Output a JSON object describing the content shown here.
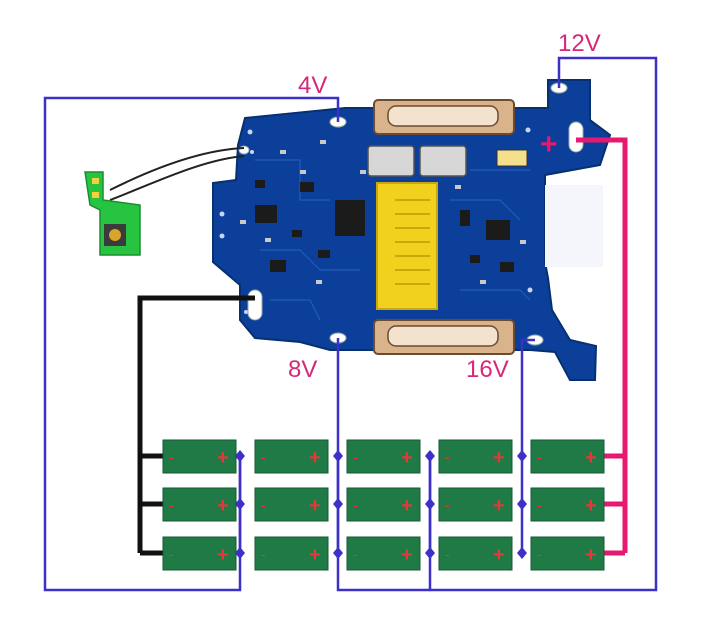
{
  "diagram": {
    "title": "",
    "voltage_taps": [
      "4V",
      "8V",
      "12V",
      "16V"
    ],
    "cell_grid": {
      "rows": 3,
      "columns": 5
    },
    "cell_marks": {
      "left": "-",
      "right": "+"
    },
    "board_plus_mark": "+",
    "colors": {
      "tap_wire": "#3d2fc8",
      "positive_wire": "#e8176f",
      "negative_wire": "#111111",
      "pcb": "#0b3f9a",
      "pcb_dark": "#07306f",
      "cell": "#1f7a45",
      "cell_mark": "#e23a3a",
      "connector": "#f2d01e",
      "switch_board": "#27c441",
      "label": "#d6287a"
    },
    "icons": [
      "push-button-icon",
      "battery-cell-icon"
    ]
  }
}
